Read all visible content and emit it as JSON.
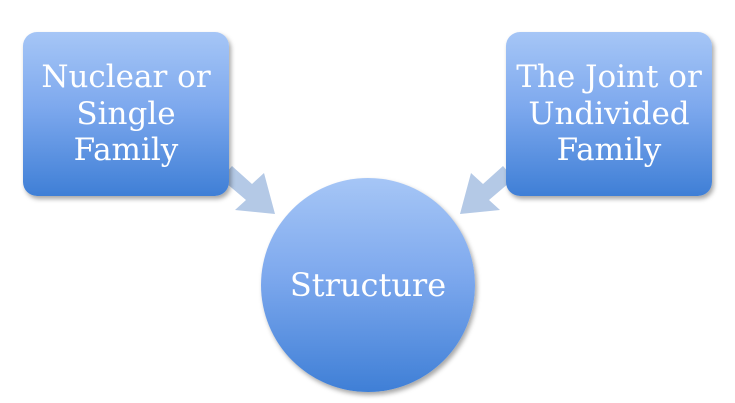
{
  "diagram": {
    "nodes": [
      {
        "id": "nuclear",
        "lines": [
          "Nuclear or",
          "Single",
          "Family"
        ]
      },
      {
        "id": "joint",
        "lines": [
          "The Joint or",
          "Undivided",
          "Family"
        ]
      },
      {
        "id": "center",
        "label": "Structure"
      }
    ],
    "edges": [
      {
        "from": "nuclear",
        "to": "center"
      },
      {
        "from": "joint",
        "to": "center"
      }
    ],
    "colors": {
      "node_top": "#a6c6f6",
      "node_bottom": "#3f7fd6",
      "arrow": "#b4c9e6",
      "text": "#ffffff"
    }
  }
}
